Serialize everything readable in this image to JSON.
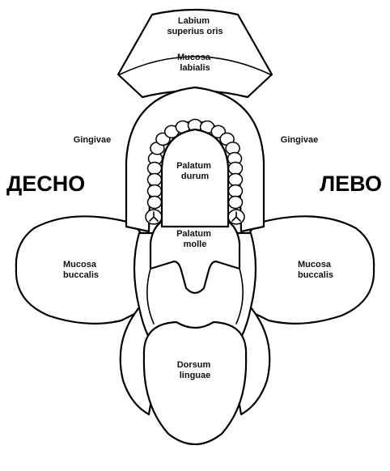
{
  "labels": {
    "labium_superius_oris": [
      "Labium",
      "superius oris"
    ],
    "mucosa_labialis": [
      "Mucosa",
      "labialis"
    ],
    "gingivae_right": "Gingivae",
    "gingivae_left": "Gingivae",
    "palatum_durum": [
      "Palatum",
      "durum"
    ],
    "palatum_molle": [
      "Palatum",
      "molle"
    ],
    "mucosa_buccalis_right": [
      "Mucosa",
      "buccalis"
    ],
    "mucosa_buccalis_left": [
      "Mucosa",
      "buccalis"
    ],
    "dorsum_linguae": [
      "Dorsum",
      "linguae"
    ]
  },
  "sides": {
    "right": "ДЕСНО",
    "left": "ЛЕВО"
  }
}
